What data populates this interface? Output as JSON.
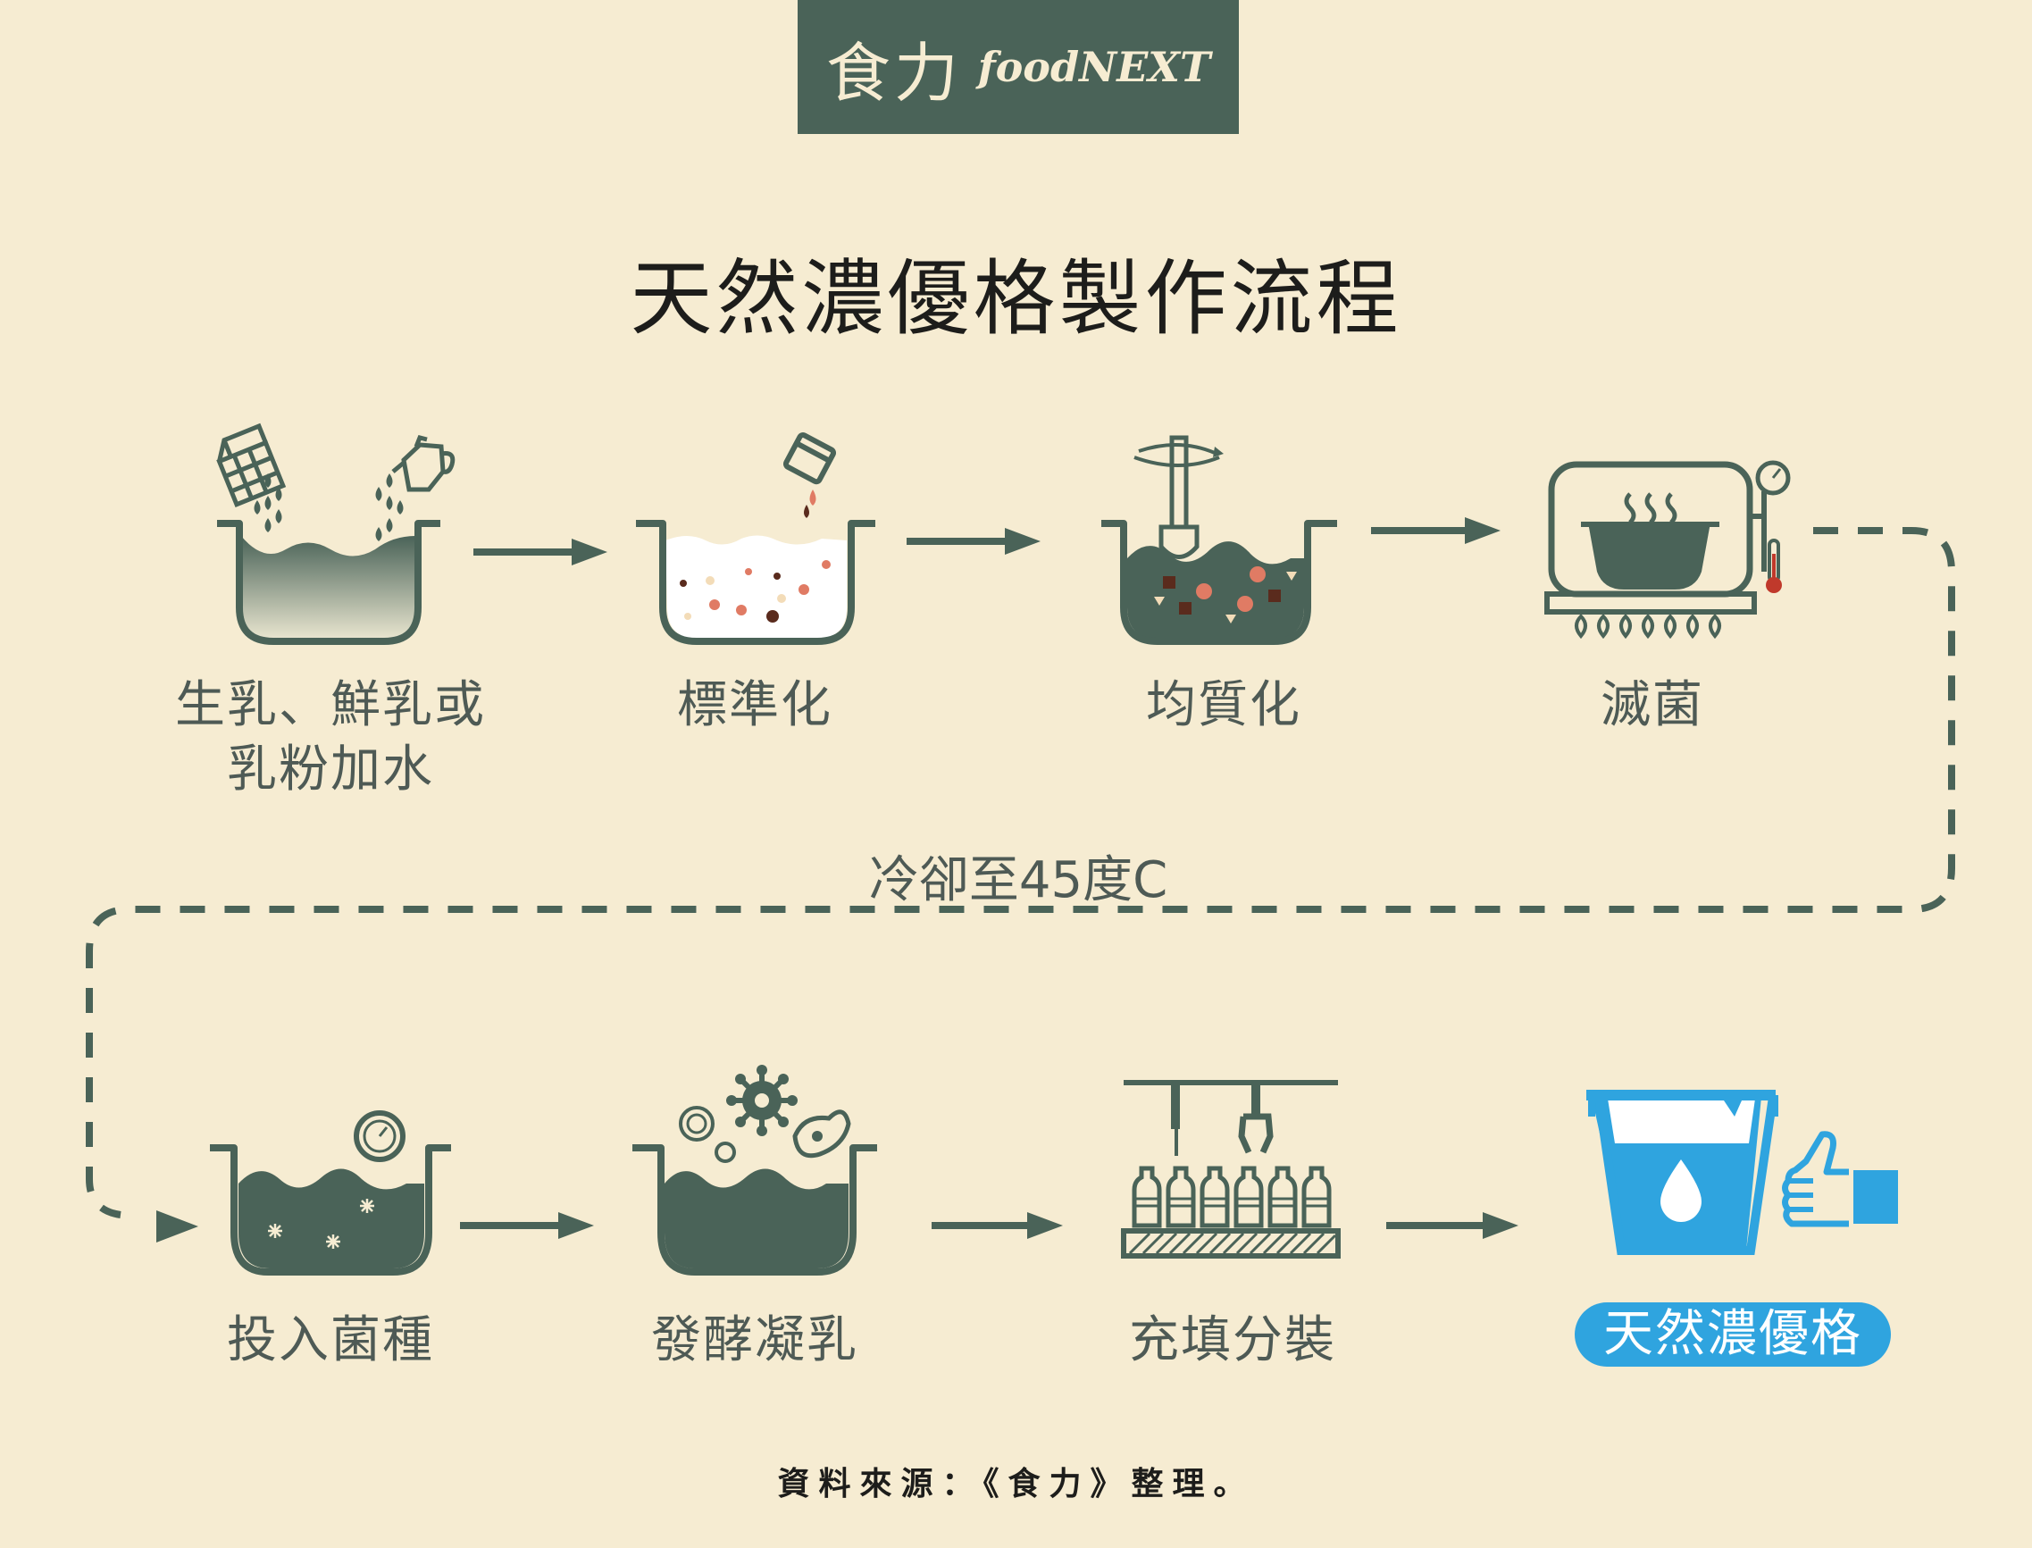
{
  "logo": {
    "chinese": "食力",
    "english": "foodNEXT"
  },
  "title": "天然濃優格製作流程",
  "steps": [
    {
      "line1": "生乳、鮮乳或",
      "line2": "乳粉加水"
    },
    {
      "line1": "標準化"
    },
    {
      "line1": "均質化"
    },
    {
      "line1": "滅菌"
    },
    {
      "line1": "投入菌種"
    },
    {
      "line1": "發酵凝乳"
    },
    {
      "line1": "充填分裝"
    }
  ],
  "cooling_note": "冷卻至45度C",
  "final_product": "天然濃優格",
  "source": "資料來源：《食力》整理。",
  "colors": {
    "background": "#f6ecd2",
    "primary": "#4a6358",
    "accent_blue": "#2fa4df",
    "dot_red": "#e07b64",
    "dot_brown": "#5a2b1d"
  }
}
